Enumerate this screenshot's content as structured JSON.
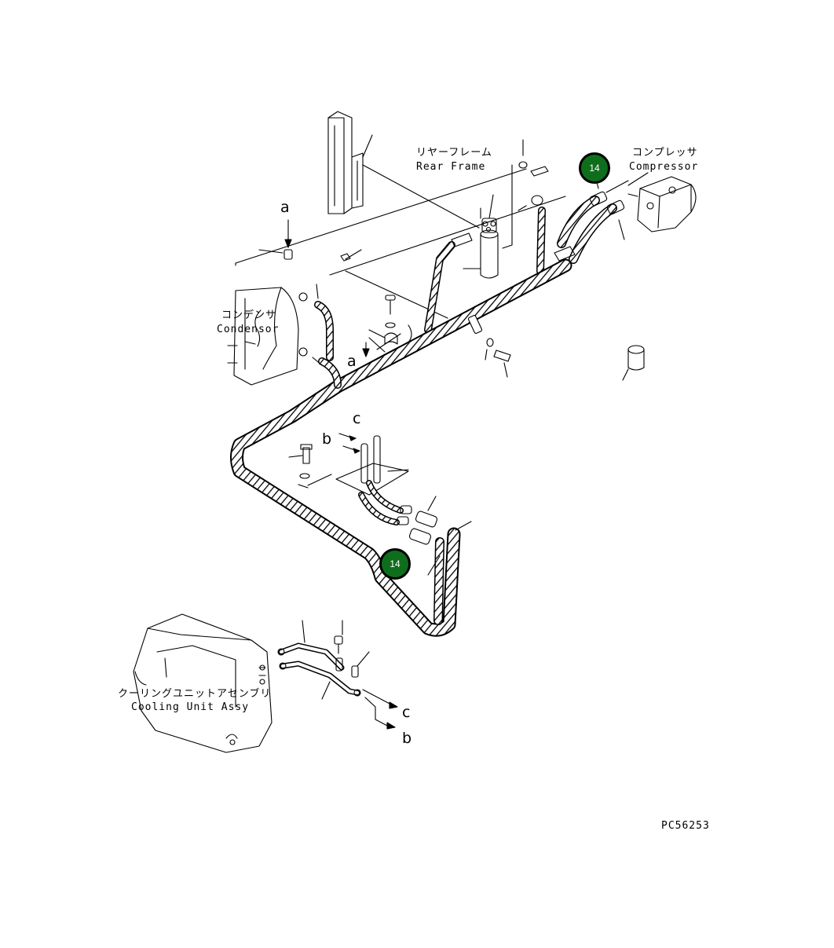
{
  "labels": {
    "rear_frame_jp": "リヤーフレーム",
    "rear_frame_en": "Rear Frame",
    "compressor_jp": "コンプレッサ",
    "compressor_en": "Compressor",
    "condensor_jp": "コンデンサ",
    "condensor_en": "Condensor",
    "cooling_unit_jp": "クーリングユニットアセンブリ",
    "cooling_unit_en": "Cooling Unit Assy",
    "figure_code": "PC56253"
  },
  "view_markers": {
    "a_top": "a",
    "a_mid": "a",
    "c_top": "c",
    "b_top": "b",
    "c_bottom": "c",
    "b_bottom": "b"
  },
  "callouts": {
    "upper": "14",
    "lower": "14"
  },
  "colors": {
    "line": "#000000",
    "badge_fill": "#0e6e1c",
    "badge_text": "#ffffff"
  }
}
